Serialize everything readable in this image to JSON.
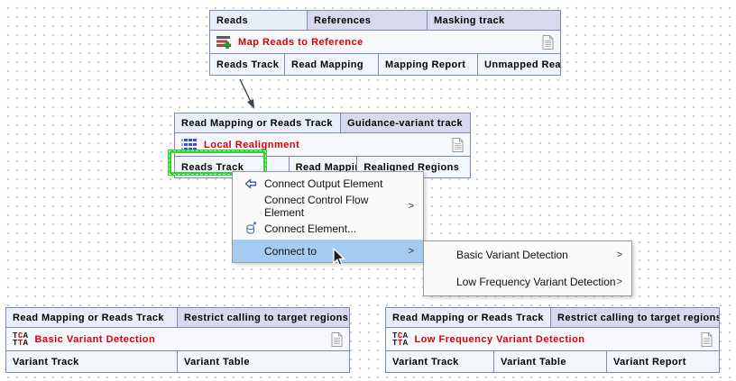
{
  "colors": {
    "node_border": "#7e88bd",
    "input_bg": "#e9eefb",
    "optional_input_bg": "#d8d9ef",
    "output_bg": "#f1f5fc",
    "tool_title_red": "#d80000",
    "selection_green": "#2bd42b",
    "menu_highlight_blue": "#a4ccf1"
  },
  "seq_icon": {
    "top": [
      "T",
      "C",
      "A"
    ],
    "bottom": [
      "T",
      "T",
      "A"
    ]
  },
  "nodes": {
    "map_reads": {
      "title": "Map Reads to Reference",
      "icon": "map-reads-to-reference-icon",
      "inputs": {
        "reads": "Reads",
        "references": "References",
        "masking": "Masking track"
      },
      "outputs": {
        "reads_track": "Reads Track",
        "read_mapping": "Read Mapping",
        "mapping_report": "Mapping Report",
        "unmapped": "Unmapped Reads"
      }
    },
    "local_realignment": {
      "title": "Local Realignment",
      "icon": "local-realignment-icon",
      "inputs": {
        "read_mapping": "Read Mapping or Reads Track",
        "guidance": "Guidance-variant track"
      },
      "outputs": {
        "reads_track": "Reads Track",
        "read_mapping": "Read Mapping",
        "realigned": "Realigned Regions"
      }
    },
    "basic_variant": {
      "title": "Basic Variant Detection",
      "icon": "variant-detection-icon",
      "inputs": {
        "read_mapping": "Read Mapping or Reads Track",
        "restrict": "Restrict calling to target regions"
      },
      "outputs": {
        "variant_track": "Variant Track",
        "variant_table": "Variant Table"
      }
    },
    "low_freq_variant": {
      "title": "Low Frequency Variant Detection",
      "icon": "variant-detection-icon",
      "inputs": {
        "read_mapping": "Read Mapping or Reads Track",
        "restrict": "Restrict calling to target regions"
      },
      "outputs": {
        "variant_track": "Variant Track",
        "variant_table": "Variant Table",
        "variant_report": "Variant Report"
      }
    }
  },
  "context_menu": {
    "submenu_arrow": ">",
    "items": {
      "connect_output": {
        "label": "Connect Output Element",
        "icon": "connect-output-icon"
      },
      "connect_control_flow": {
        "label": "Connect Control Flow Element"
      },
      "connect_element": {
        "label": "Connect Element...",
        "icon": "connect-element-icon"
      },
      "connect_to": {
        "label": "Connect to",
        "highlighted": true
      }
    }
  },
  "connect_to_submenu": {
    "items": {
      "basic": {
        "label": "Basic Variant Detection"
      },
      "low_freq": {
        "label": "Low Frequency Variant Detection"
      }
    }
  }
}
